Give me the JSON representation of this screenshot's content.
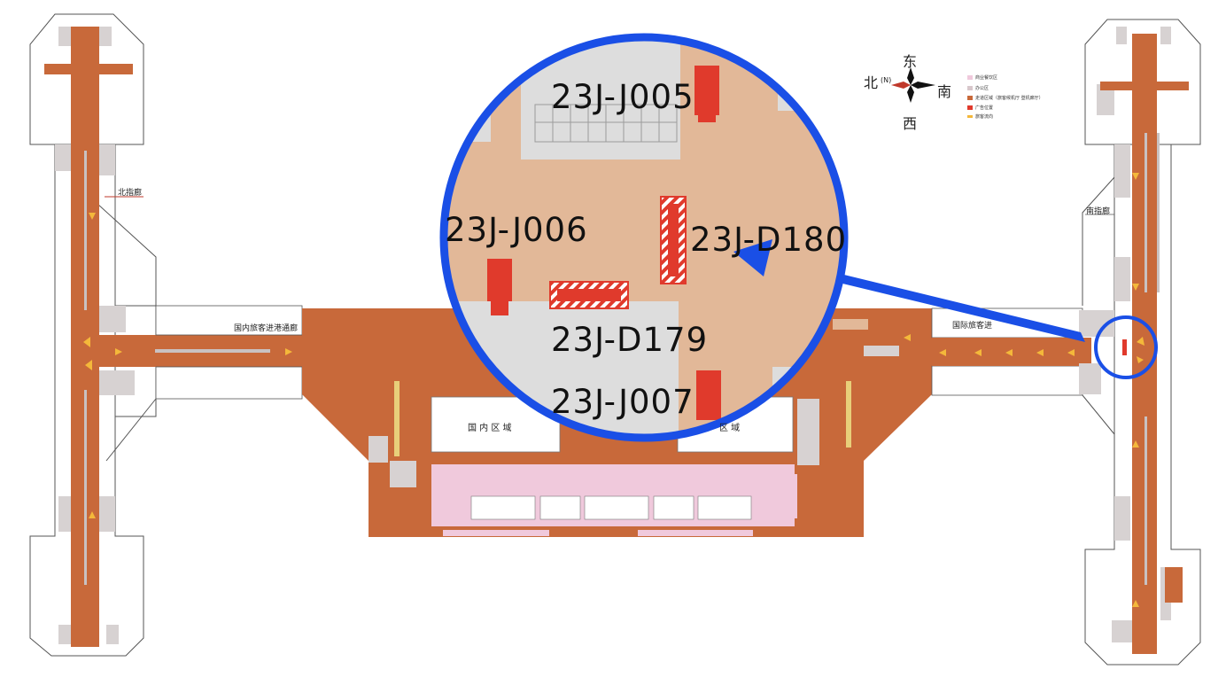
{
  "colors": {
    "corridor": "#c8693a",
    "light_tan": "#e2b898",
    "commercial": "#f0c9dc",
    "office": "#d8c7cb",
    "ad_red": "#e03a2c",
    "arrow_yellow": "#f4b83a",
    "highlight_blue": "#1a4fe6"
  },
  "labels": {
    "north_finger": "北指廊",
    "south_finger": "南指廊",
    "domestic_arrival_corridor": "国内旅客进港通廊",
    "international_corridor": "国际旅客进",
    "domestic_zone": "国 内 区 域",
    "other_zone": "区 域"
  },
  "compass": {
    "north": "北",
    "north_code": "(N)",
    "east": "东",
    "south": "南",
    "west": "西"
  },
  "legend": [
    {
      "label": "商业餐饮区",
      "color": "#f0c9dc"
    },
    {
      "label": "办公区",
      "color": "#d8c7cb"
    },
    {
      "label": "走道区域（旅客候机厅 登机廊厅）",
      "color": "#c8693a"
    },
    {
      "label": "广告位置",
      "color": "#e03a2c"
    },
    {
      "label": "旅客流向",
      "color": "#f4b83a"
    }
  ],
  "callout": {
    "ads": [
      {
        "code": "23J-J005"
      },
      {
        "code": "23J-J006"
      },
      {
        "code": "23J-D180"
      },
      {
        "code": "23J-D179"
      },
      {
        "code": "23J-J007"
      }
    ]
  }
}
